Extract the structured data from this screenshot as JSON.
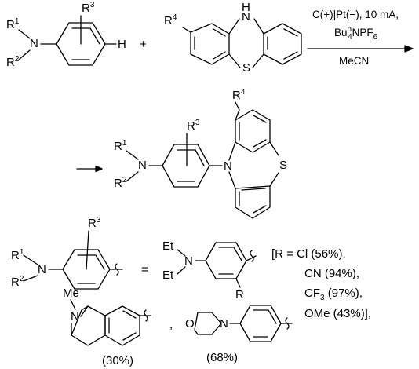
{
  "reaction": {
    "conditions_top": "C(+)|Pt(−), 10 mA,",
    "electrolyte_main": "Bu",
    "electrolyte_sup": "n",
    "electrolyte_sub": "4",
    "electrolyte_rest": "NPF",
    "electrolyte_sub2": "6",
    "solvent": "MeCN",
    "plus": "+",
    "equals": "="
  },
  "atoms": {
    "N": "N",
    "H": "H",
    "S": "S",
    "R": "R",
    "R1": "R",
    "R1_sup": "1",
    "R2": "R",
    "R2_sup": "2",
    "R3": "R",
    "R3_sup": "3",
    "R4": "R",
    "R4_sup": "4",
    "Et": "Et",
    "Me": "Me",
    "O": "O"
  },
  "substituents": {
    "bracket_open": "[R = Cl (56%),",
    "cn": "CN (94%),",
    "cf3_a": "CF",
    "cf3_sub": "3",
    "cf3_b": " (97%),",
    "ome": "OMe (43%)],",
    "comma": ","
  },
  "yields": {
    "thq": "(30%)",
    "morpholine": "(68%)"
  }
}
